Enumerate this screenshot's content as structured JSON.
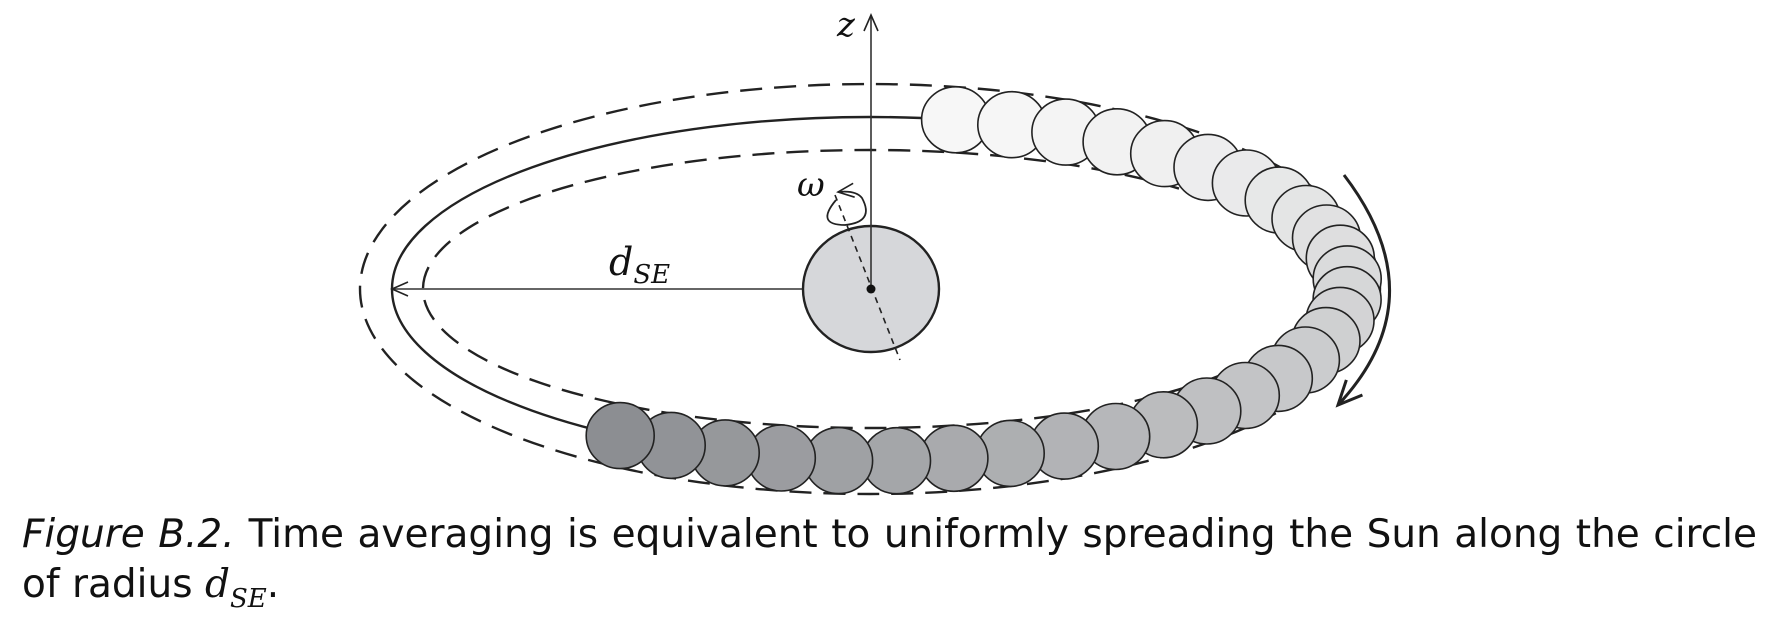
{
  "diagram": {
    "axis_label": "z",
    "omega_label": "ω",
    "radius_label": {
      "symbol": "d",
      "subscript": "SE"
    }
  },
  "caption": {
    "label": "Figure B.2.",
    "text": "Time averaging is equivalent to uniformly spreading the Sun along the circle of radius",
    "symbol": "d",
    "subscript": "SE",
    "end": "."
  }
}
